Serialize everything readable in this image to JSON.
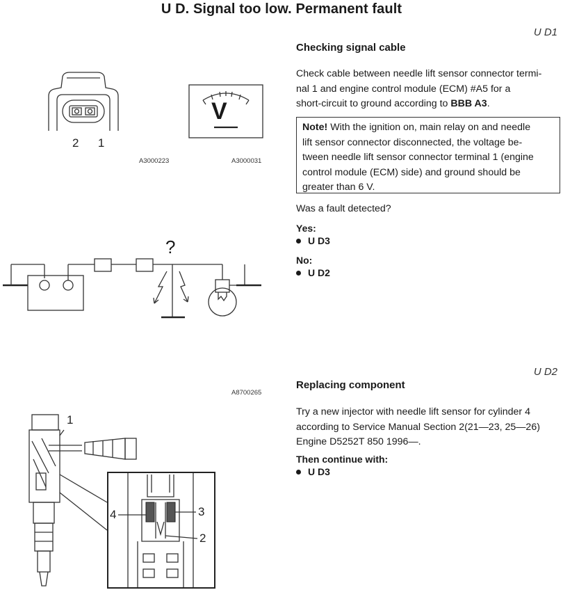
{
  "page": {
    "title": "U D. Signal too low. Permanent fault"
  },
  "section_ud1": {
    "code": "U D1",
    "heading": "Checking signal cable",
    "paragraph_lines": [
      "Check cable between needle lift sensor connector termi-",
      "nal 1 and engine control module (ECM) #A5 for a",
      "short-circuit to ground according to "
    ],
    "paragraph_ref": "BBB A3",
    "paragraph_end": ".",
    "note_label": "Note!",
    "note_lines": [
      " With the ignition on, main relay on and needle",
      "lift sensor connector disconnected, the voltage be-",
      "tween needle lift sensor connector terminal 1 (engine",
      "control module (ECM) side) and ground should be",
      "greater than 6 V."
    ],
    "question": "Was a fault detected?",
    "yes_label": "Yes:",
    "yes_item": "U D3",
    "no_label": "No:",
    "no_item": "U D2"
  },
  "section_ud2": {
    "code": "U D2",
    "heading": "Replacing component",
    "paragraph_lines": [
      "Try a new injector with needle lift sensor for cylinder 4",
      "according to Service Manual Section 2(21—23, 25—26)",
      "Engine D5252T 850 1996—."
    ],
    "continue_label": "Then continue with:",
    "continue_item": "U D3"
  },
  "figures": {
    "connector": {
      "pin_labels": "2  1",
      "code": "A3000223"
    },
    "voltmeter": {
      "symbol": "V",
      "code": "A3000031"
    },
    "circuit": {
      "symbol": "?"
    },
    "injector": {
      "code": "A8700265",
      "labels": {
        "l1": "1",
        "l2": "2",
        "l3": "3",
        "l4": "4"
      }
    }
  },
  "colors": {
    "ink": "#1a1a1a",
    "background": "#ffffff"
  }
}
